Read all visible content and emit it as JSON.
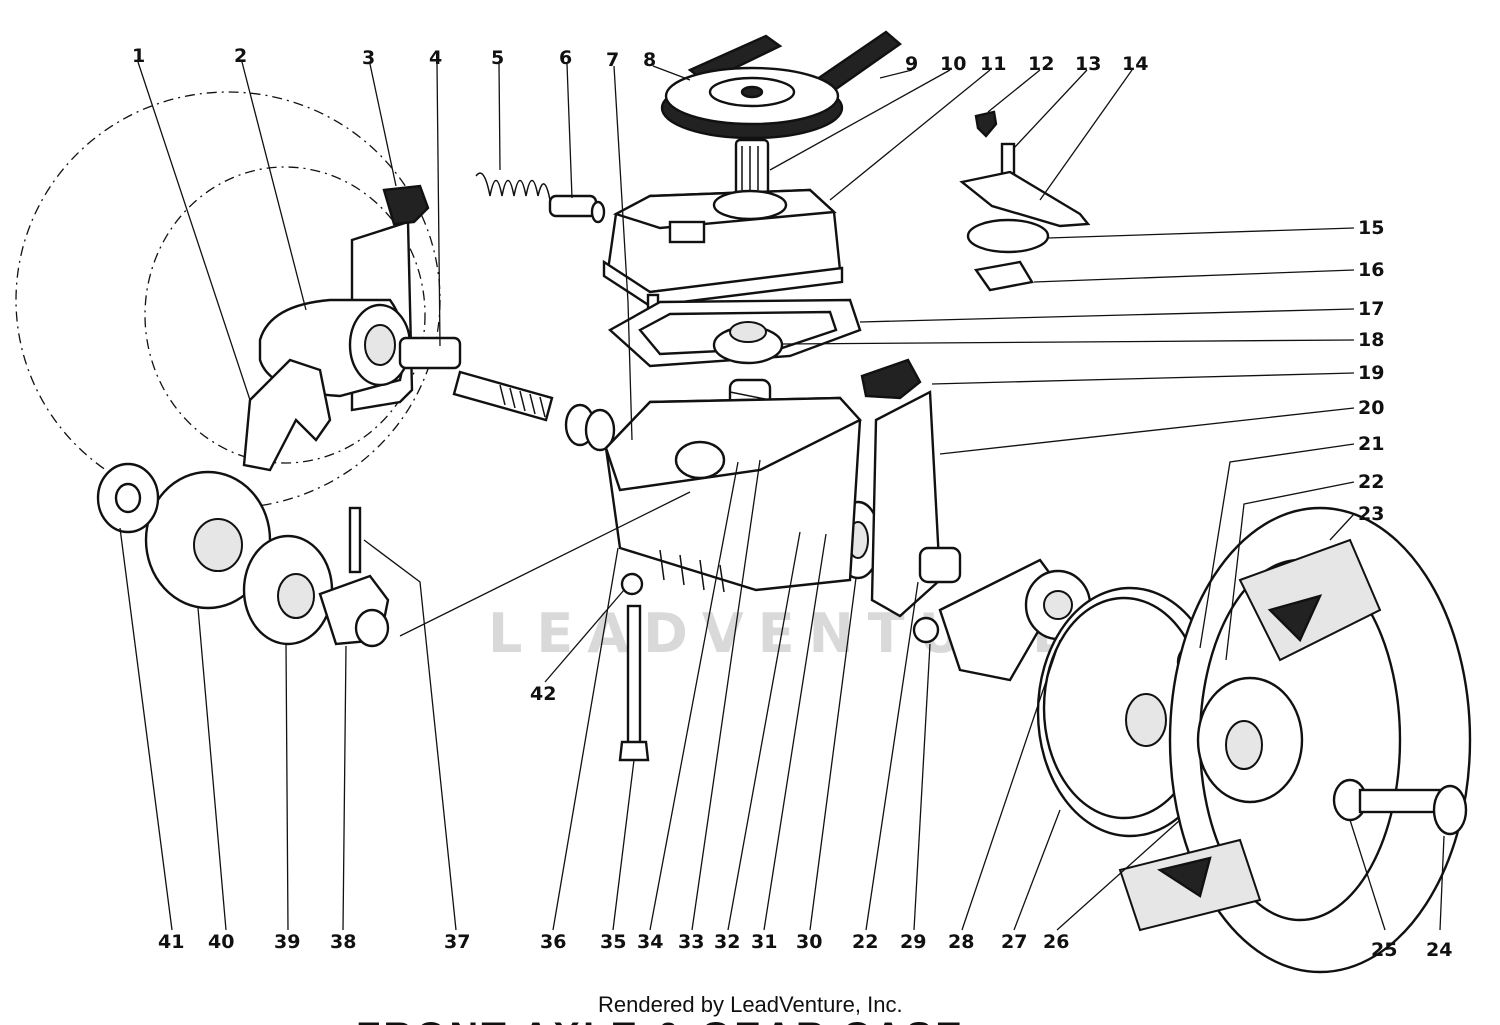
{
  "watermark": "LEADVENTURE",
  "credit": "Rendered by LeadVenture, Inc.",
  "title": "FRONT AXLE & GEAR CASE",
  "callouts": [
    {
      "n": "1"
    },
    {
      "n": "2"
    },
    {
      "n": "3"
    },
    {
      "n": "4"
    },
    {
      "n": "5"
    },
    {
      "n": "6"
    },
    {
      "n": "7"
    },
    {
      "n": "8"
    },
    {
      "n": "9"
    },
    {
      "n": "10"
    },
    {
      "n": "11"
    },
    {
      "n": "12"
    },
    {
      "n": "13"
    },
    {
      "n": "14"
    },
    {
      "n": "15"
    },
    {
      "n": "16"
    },
    {
      "n": "17"
    },
    {
      "n": "18"
    },
    {
      "n": "19"
    },
    {
      "n": "20"
    },
    {
      "n": "21"
    },
    {
      "n": "22"
    },
    {
      "n": "23"
    },
    {
      "n": "41"
    },
    {
      "n": "40"
    },
    {
      "n": "39"
    },
    {
      "n": "38"
    },
    {
      "n": "37"
    },
    {
      "n": "42"
    },
    {
      "n": "36"
    },
    {
      "n": "35"
    },
    {
      "n": "34"
    },
    {
      "n": "33"
    },
    {
      "n": "32"
    },
    {
      "n": "31"
    },
    {
      "n": "30"
    },
    {
      "n": "22"
    },
    {
      "n": "29"
    },
    {
      "n": "28"
    },
    {
      "n": "27"
    },
    {
      "n": "26"
    },
    {
      "n": "25"
    },
    {
      "n": "24"
    }
  ]
}
